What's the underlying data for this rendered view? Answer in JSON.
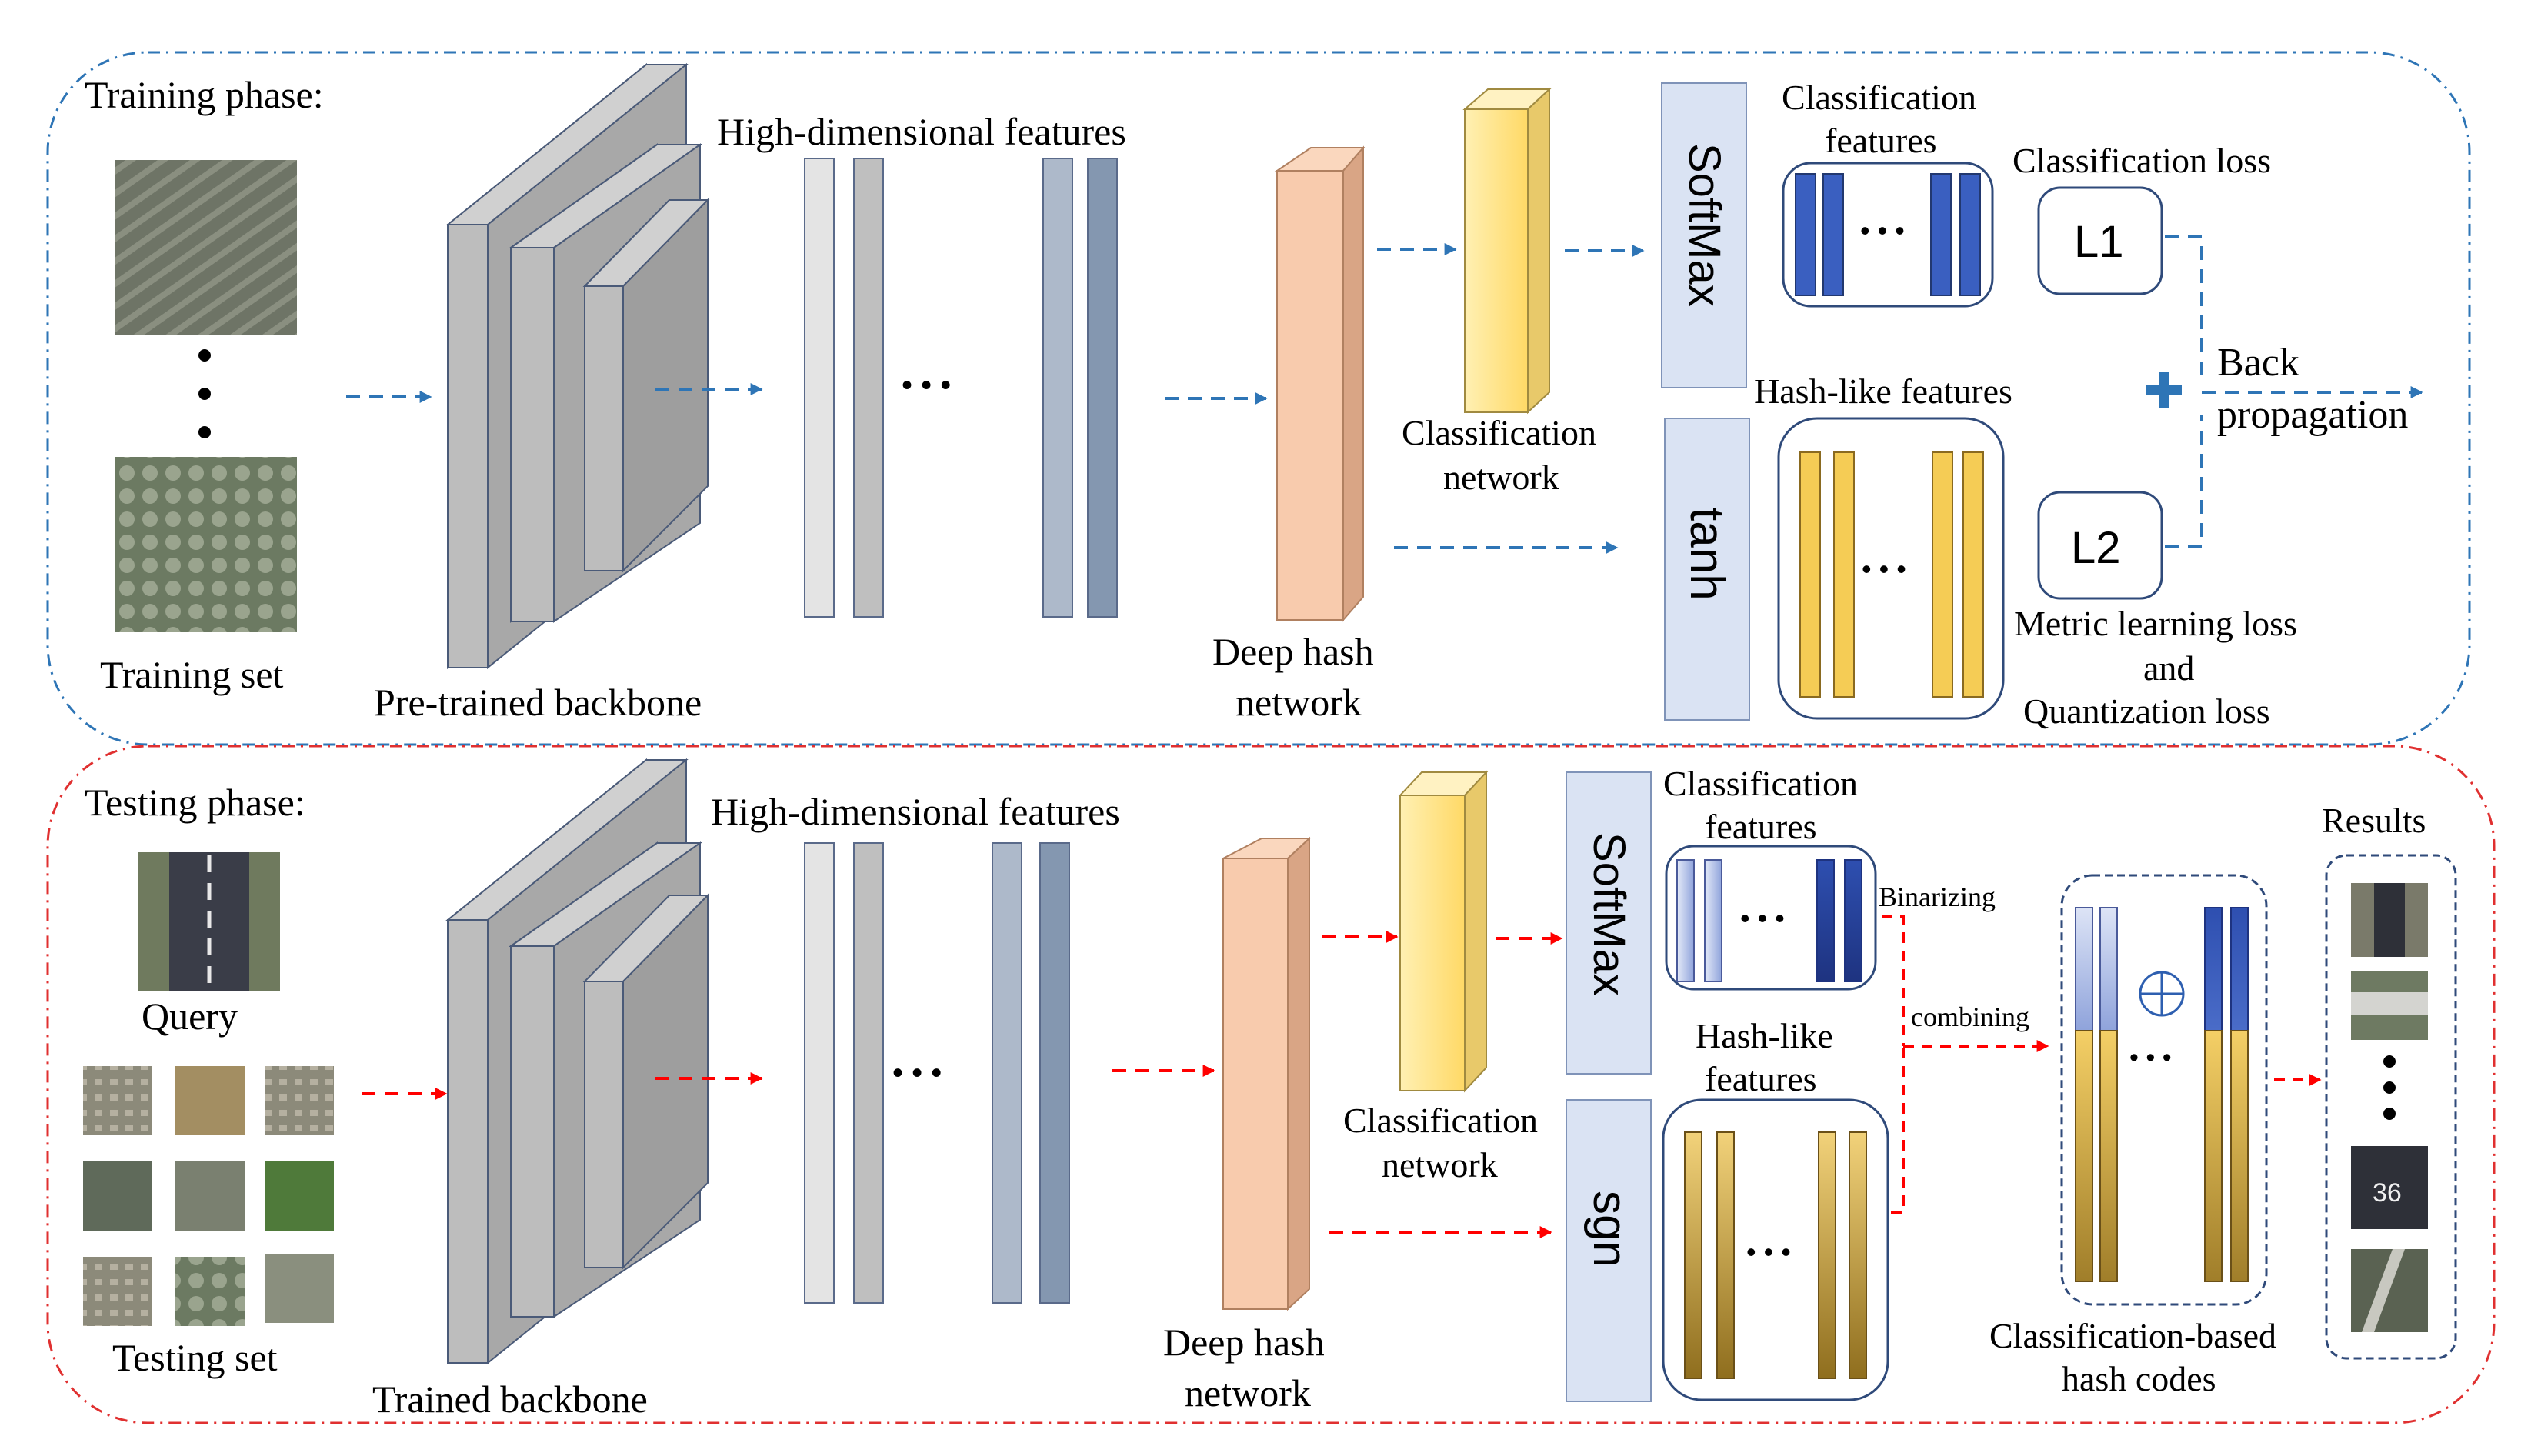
{
  "training": {
    "phase_label": "Training phase:",
    "set_label": "Training set",
    "backbone_label": "Pre-trained backbone",
    "highdim_label": "High-dimensional features",
    "hash_net_line1": "Deep hash",
    "hash_net_line2": "network",
    "cls_net_line1": "Classification",
    "cls_net_line2": "network",
    "softmax": "SoftMax",
    "tanh": "tanh",
    "cls_feat_line1": "Classification",
    "cls_feat_line2": "features",
    "hash_feat": "Hash-like features",
    "cls_loss": "Classification  loss",
    "l1": "L1",
    "l2": "L2",
    "metric_line1": "Metric learning loss",
    "metric_line2": "and",
    "metric_line3": "Quantization loss",
    "back_line1": "Back",
    "back_line2": "propagation",
    "dots": "• • •"
  },
  "testing": {
    "phase_label": "Testing phase:",
    "query_label": "Query",
    "set_label": "Testing set",
    "backbone_label": "Trained backbone",
    "highdim_label": "High-dimensional features",
    "hash_net_line1": "Deep hash",
    "hash_net_line2": "network",
    "cls_net_line1": "Classification",
    "cls_net_line2": "network",
    "softmax": "SoftMax",
    "sgn": "sgn",
    "cls_feat_line1": "Classification",
    "cls_feat_line2": "features",
    "hash_feat_line1": "Hash-like",
    "hash_feat_line2": "features",
    "binarizing": "Binarizing",
    "combining": "combining",
    "oplus": "⊕",
    "codes_line1": "Classification-based",
    "codes_line2": "hash codes",
    "results_label": "Results",
    "result_number": "36",
    "dots": "• • •"
  },
  "colors": {
    "training_border": "#2E75B6",
    "testing_border": "#E03030",
    "arrow_blue": "#2E75B6",
    "arrow_red": "#FF0000",
    "backbone": "#BDBDBD",
    "yellow": "#FFE699",
    "salmon": "#F8CBAD",
    "panel": "#DAE3F3",
    "cls_blue": "#3A5FC0",
    "hash_gold": "#F5CC55"
  }
}
